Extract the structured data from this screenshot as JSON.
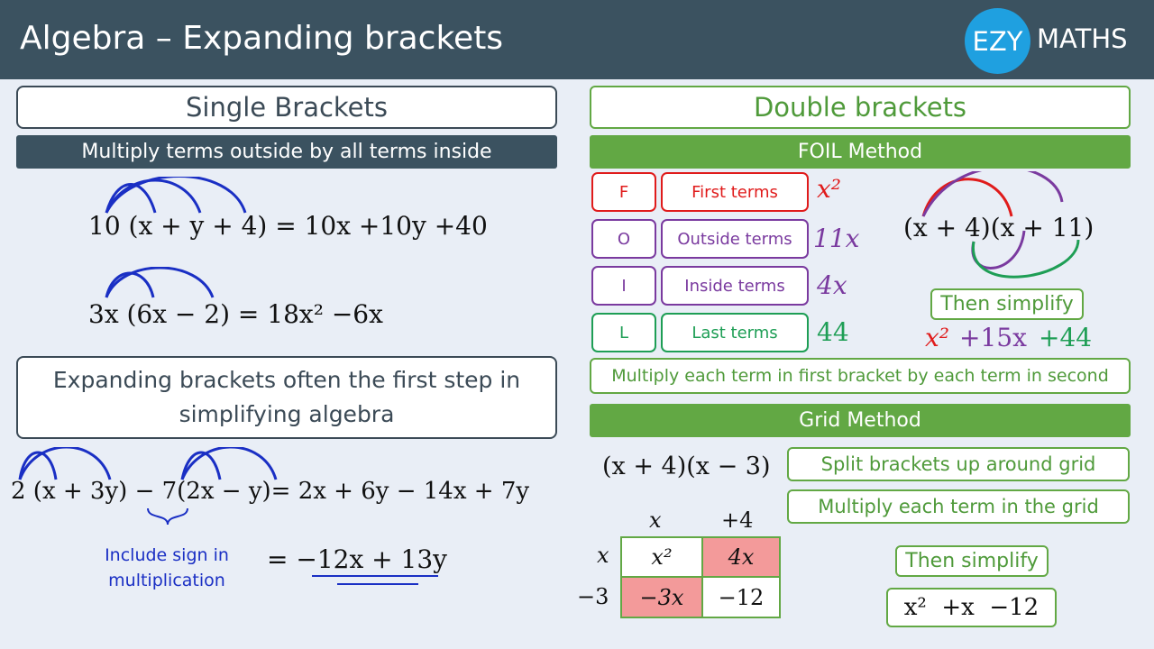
{
  "header": {
    "title": "Algebra – Expanding brackets",
    "logo_circle": "EZY",
    "logo_text": "MATHS"
  },
  "single": {
    "heading": "Single Brackets",
    "rule": "Multiply terms outside by all terms inside",
    "eq1": "10 (x + y + 4) = 10x +10y +40",
    "eq2": "3x (6x − 2) = 18x² −6x",
    "note": "Expanding brackets often the first step in simplifying algebra",
    "eq3": "2 (x + 3y) − 7(2x − y)= 2x + 6y − 14x + 7y",
    "sign_note_line1": "Include sign in",
    "sign_note_line2": "multiplication",
    "eq3_result": "= −12x + 13y"
  },
  "double": {
    "heading": "Double brackets",
    "foil_bar": "FOIL Method",
    "foil": [
      {
        "letter": "F",
        "term": "First terms",
        "result": "x²"
      },
      {
        "letter": "O",
        "term": "Outside terms",
        "result": "11x"
      },
      {
        "letter": "I",
        "term": "Inside terms",
        "result": "4x"
      },
      {
        "letter": "L",
        "term": "Last terms",
        "result": "44"
      }
    ],
    "foil_expr": "(x + 4)(x + 11)",
    "then_simplify_1": "Then simplify",
    "foil_result": {
      "t1": "x²",
      "t2": "+15x",
      "t3": "+44"
    },
    "multiply_note": "Multiply each term in first bracket by each term in second",
    "grid_bar": "Grid Method",
    "grid_expr": "(x + 4)(x − 3)",
    "grid_note1": "Split brackets up around grid",
    "grid_note2": "Multiply each term in the grid",
    "grid": {
      "col_headers": [
        "x",
        "+4"
      ],
      "row_headers": [
        "x",
        "−3"
      ],
      "cells": [
        [
          "x²",
          "4x"
        ],
        [
          "−3x",
          "−12"
        ]
      ]
    },
    "then_simplify_2": "Then simplify",
    "grid_result": "x²  +x  −12"
  },
  "colors": {
    "header": "#3b5260",
    "green": "#62a844",
    "red": "#e01b1b",
    "purple": "#7a3a9f",
    "blue": "#1a2fc4",
    "pink": "#f39a9a",
    "logo": "#1fa0e0"
  }
}
